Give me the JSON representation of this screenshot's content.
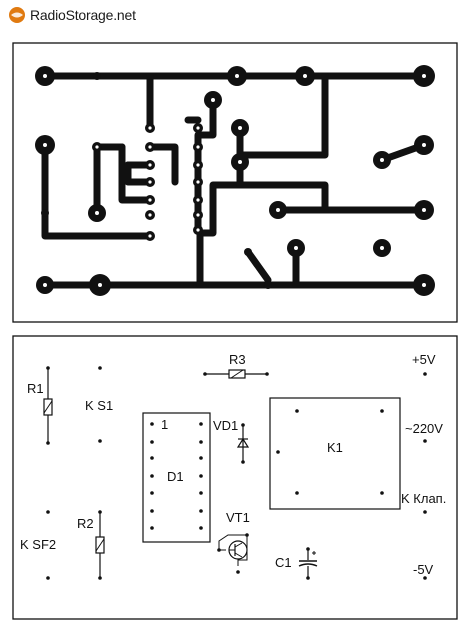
{
  "watermark": {
    "name": "RadioStorage",
    "suffix": ".net",
    "brand_color": "#e07a10"
  },
  "labels": {
    "r1": "R1",
    "r2": "R2",
    "r3": "R3",
    "ks1": "K S1",
    "ksf2": "K SF2",
    "d1": "D1",
    "d1_pin1": "1",
    "vd1": "VD1",
    "vt1": "VT1",
    "c1": "C1",
    "k1": "K1",
    "plus5v": "+5V",
    "ac220": "~220V",
    "kklap": "K Клап.",
    "minus5v": "-5V"
  }
}
